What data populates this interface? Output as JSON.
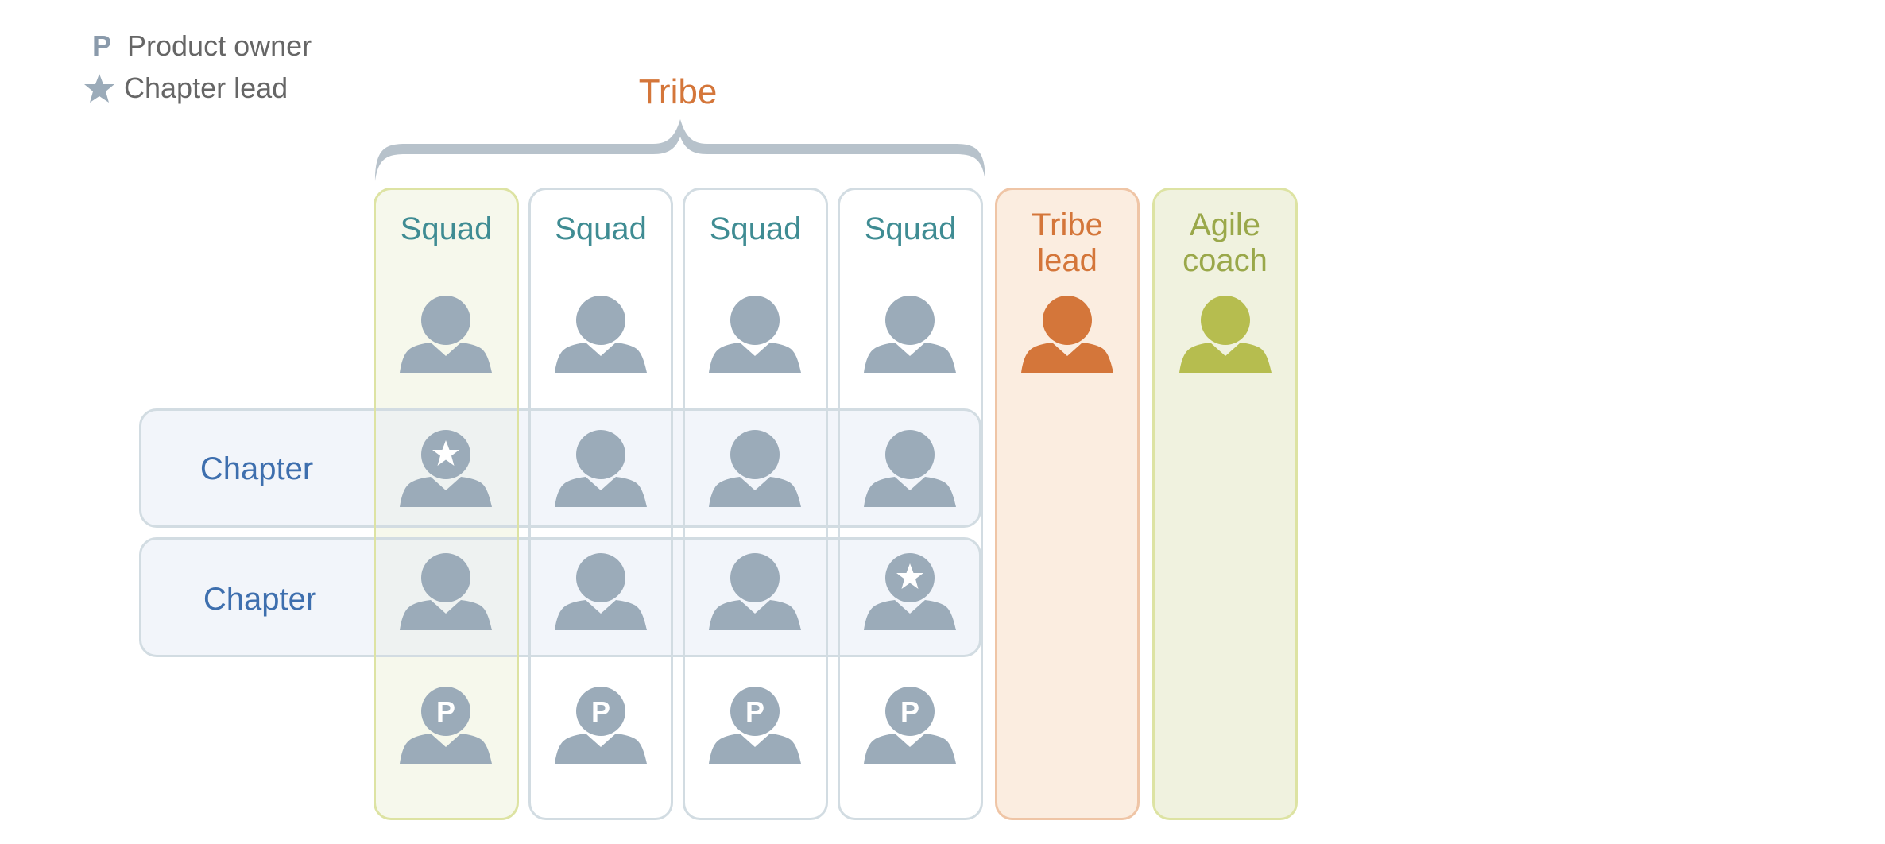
{
  "legend": {
    "items": [
      {
        "icon": "P",
        "icon_name": "product-owner-icon",
        "label": "Product owner"
      },
      {
        "icon": "★",
        "icon_name": "chapter-lead-star-icon",
        "label": "Chapter lead"
      }
    ]
  },
  "tribe": {
    "label": "Tribe",
    "color": "#d4763a",
    "brace_color": "#b7c2cb"
  },
  "squads": [
    {
      "title": "Squad",
      "members": [
        "member",
        "chapter-lead",
        "member",
        "product-owner"
      ]
    },
    {
      "title": "Squad",
      "members": [
        "member",
        "member",
        "member",
        "product-owner"
      ]
    },
    {
      "title": "Squad",
      "members": [
        "member",
        "member",
        "member",
        "product-owner"
      ]
    },
    {
      "title": "Squad",
      "members": [
        "member",
        "member",
        "chapter-lead",
        "product-owner"
      ]
    }
  ],
  "chapters": [
    {
      "label": "Chapter"
    },
    {
      "label": "Chapter"
    }
  ],
  "tribe_lead": {
    "title_line1": "Tribe",
    "title_line2": "lead",
    "color": "#d4763a"
  },
  "agile_coach": {
    "title_line1": "Agile",
    "title_line2": "coach",
    "color": "#b6bd4f"
  },
  "colors": {
    "person": "#9babb9",
    "squad_title": "#3f8c93",
    "chapter_title": "#3e6fae",
    "column_border": "#d2dce2",
    "highlight_squad_bg": "#f6f8ec",
    "tribe_lead_bg": "#fbede0",
    "agile_coach_bg": "#f0f2df"
  }
}
